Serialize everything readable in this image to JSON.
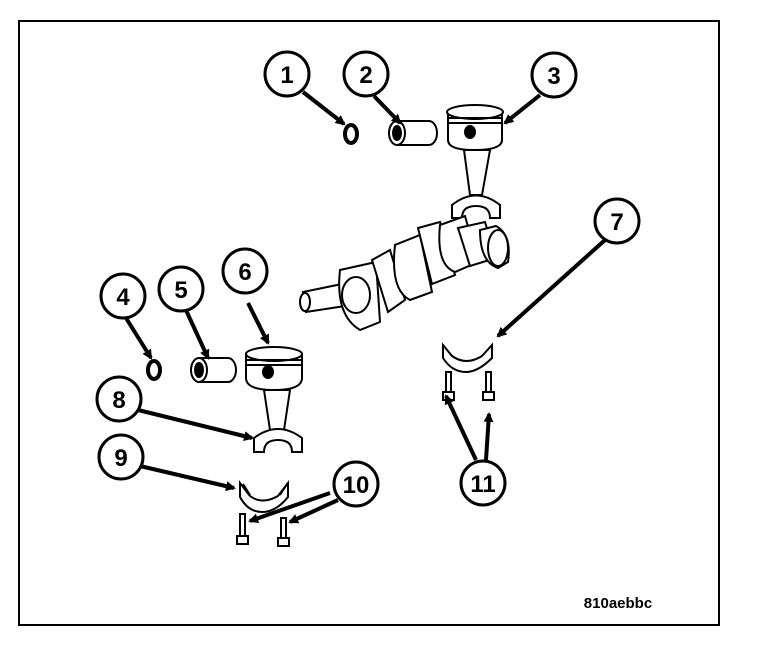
{
  "figure": {
    "reference_code": "810aebbc",
    "callouts": [
      "1",
      "2",
      "3",
      "4",
      "5",
      "6",
      "7",
      "8",
      "9",
      "10",
      "11"
    ]
  }
}
